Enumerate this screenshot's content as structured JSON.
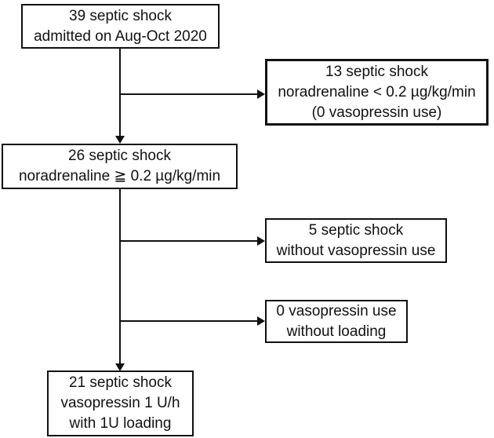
{
  "diagram_type": "patient-flow-chart",
  "colors": {
    "ink": "#111111",
    "background": "#ffffff"
  },
  "boxes": {
    "admitted": {
      "line1": "39 septic shock",
      "line2": "admitted on Aug-Oct 2020"
    },
    "excluded_low_noradrenaline": {
      "line1": "13 septic shock",
      "line2": "noradrenaline < 0.2 µg/kg/min",
      "line3": "(0 vasopressin use)"
    },
    "high_noradrenaline": {
      "line1": "26 septic shock",
      "line2": "noradrenaline ≧ 0.2 µg/kg/min"
    },
    "without_vasopressin": {
      "line1": "5 septic shock",
      "line2": "without vasopressin use"
    },
    "without_loading": {
      "line1": "0 vasopressin use",
      "line2": "without loading"
    },
    "final_cohort": {
      "line1": "21 septic shock",
      "line2": "vasopressin 1 U/h",
      "line3": "with 1U loading"
    }
  }
}
